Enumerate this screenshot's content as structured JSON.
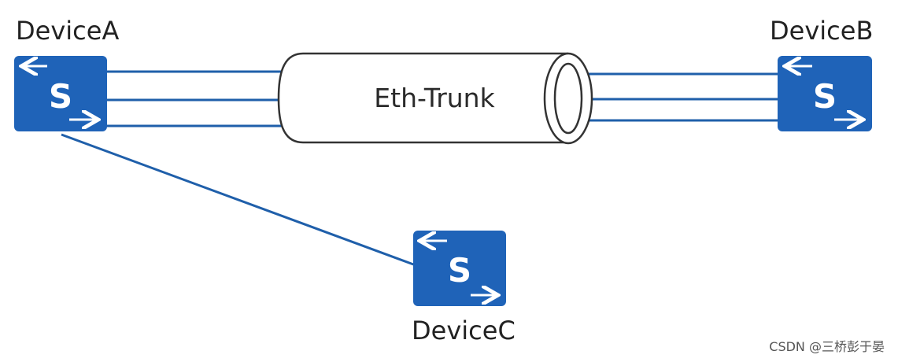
{
  "devices": {
    "a": {
      "name": "DeviceA",
      "icon": "switch-icon",
      "letter": "S"
    },
    "b": {
      "name": "DeviceB",
      "icon": "switch-icon",
      "letter": "S"
    },
    "c": {
      "name": "DeviceC",
      "icon": "switch-icon",
      "letter": "S"
    }
  },
  "trunk": {
    "label": "Eth-Trunk",
    "member_links": 3
  },
  "colors": {
    "switch_fill": "#1f63b8",
    "link": "#1f5faa",
    "tube_stroke": "#333333"
  },
  "watermark": "CSDN @三桥彭于晏"
}
